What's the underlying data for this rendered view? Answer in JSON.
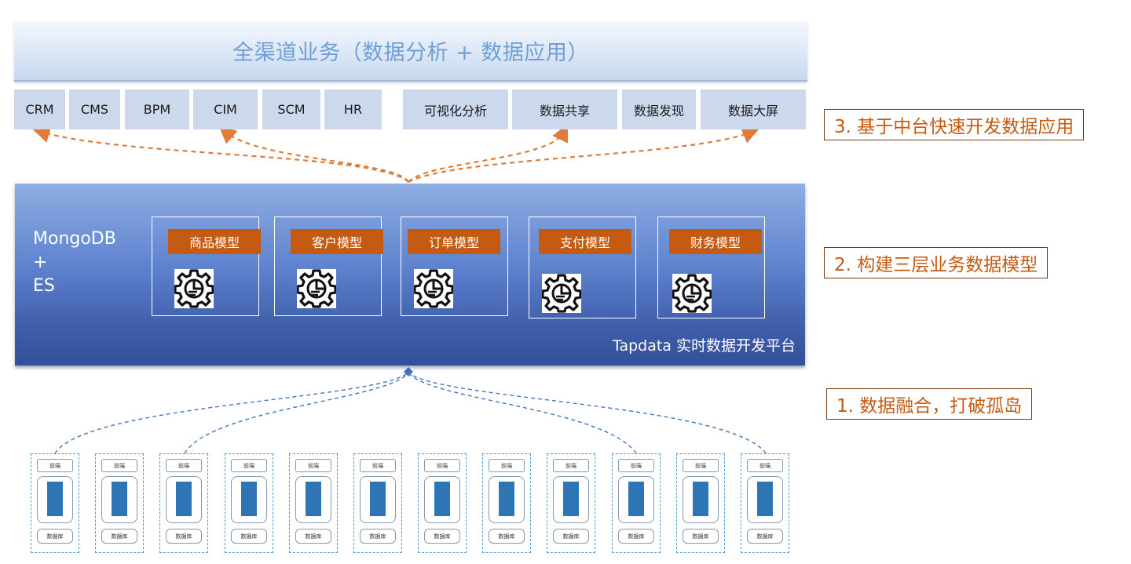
{
  "banner": {
    "title": "全渠道业务（数据分析 + 数据应用）"
  },
  "systems": [
    "CRM",
    "CMS",
    "BPM",
    "CIM",
    "SCM",
    "HR",
    "可视化分析",
    "数据共享",
    "数据发现",
    "数据大屏"
  ],
  "platform": {
    "db_lines": [
      "MongoDB",
      "+",
      "ES"
    ],
    "caption": "Tapdata 实时数据开发平台"
  },
  "models": [
    "商品模型",
    "客户模型",
    "订单模型",
    "支付模型",
    "财务模型"
  ],
  "steps": {
    "step3": "3. 基于中台快速开发数据应用",
    "step2": "2. 构建三层业务数据模型",
    "step1": "1. 数据融合，打破孤岛"
  },
  "source_node": {
    "front_label": "前端",
    "db_label": "数据库"
  },
  "colors": {
    "accent_orange": "#c55a11",
    "platform_blue": "#3e5da9",
    "source_blue": "#2e75b6"
  }
}
